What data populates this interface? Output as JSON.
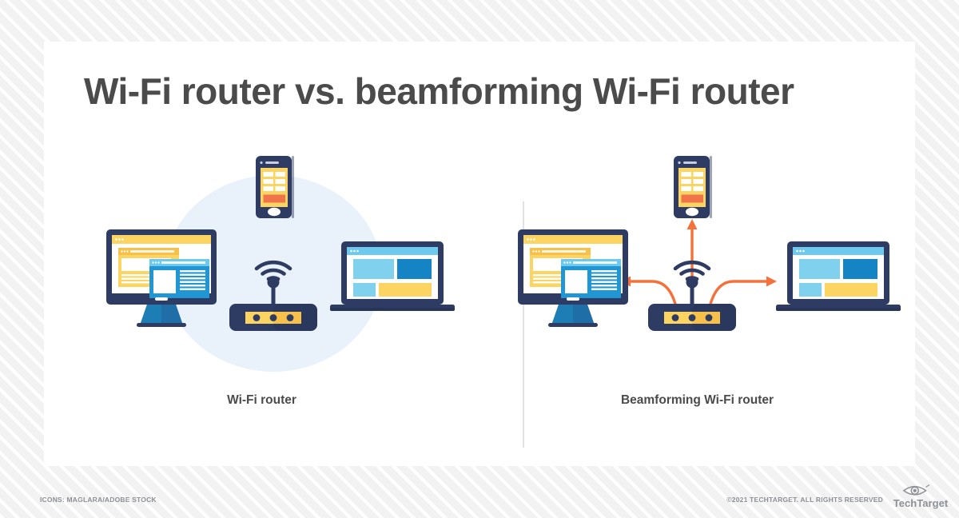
{
  "page": {
    "title": "Wi-Fi router vs. beamforming Wi-Fi router",
    "background_pattern": "diagonal-stripes",
    "card_background": "#ffffff",
    "title_color": "#4b4b4b"
  },
  "palette": {
    "navy": "#2e3c63",
    "navy_dark": "#273557",
    "navy_light": "#3a4a73",
    "yellow": "#fcd462",
    "yellow_dark": "#f7c04a",
    "blue_light": "#7fd1ee",
    "blue_mid": "#6ec9ee",
    "blue_deep": "#1484c4",
    "blue_panel": "#2196d4",
    "orange": "#f4713c",
    "orange_button": "#f0734a",
    "ellipse_blue": "#e9f1fa",
    "divider_gray": "#e2e2e2",
    "footer_gray": "#8d9096"
  },
  "diagram": {
    "type": "comparison",
    "panels": [
      {
        "id": "wifi-router",
        "caption": "Wi-Fi router",
        "coverage_shape": "ellipse",
        "coverage_color": "#e9f1fa",
        "has_directional_arrows": false,
        "devices": [
          {
            "name": "smartphone",
            "position": "top-center"
          },
          {
            "name": "desktop-monitor",
            "position": "left"
          },
          {
            "name": "laptop",
            "position": "right"
          },
          {
            "name": "router",
            "position": "center"
          }
        ]
      },
      {
        "id": "beamforming-wifi-router",
        "caption": "Beamforming Wi-Fi router",
        "coverage_shape": "none",
        "has_directional_arrows": true,
        "arrow_color": "#f4713c",
        "arrows": [
          {
            "from": "router",
            "to": "smartphone",
            "direction": "up"
          },
          {
            "from": "router",
            "to": "desktop-monitor",
            "direction": "left"
          },
          {
            "from": "router",
            "to": "laptop",
            "direction": "right"
          }
        ],
        "devices": [
          {
            "name": "smartphone",
            "position": "top-center"
          },
          {
            "name": "desktop-monitor",
            "position": "left"
          },
          {
            "name": "laptop",
            "position": "right"
          },
          {
            "name": "router",
            "position": "center"
          }
        ]
      }
    ]
  },
  "footer": {
    "credit": "ICONS: MAGLARA/ADOBE STOCK",
    "copyright": "©2021 TECHTARGET. ALL RIGHTS RESERVED",
    "logo_text": "TechTarget",
    "logo_icon": "eye-icon"
  }
}
